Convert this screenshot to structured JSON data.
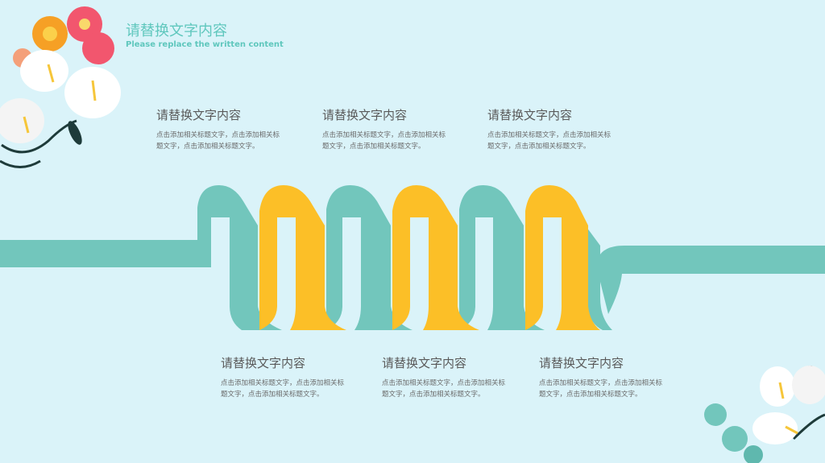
{
  "header": {
    "title": "请替换文字内容",
    "subtitle": "Please replace the written content"
  },
  "blocks_top": [
    {
      "heading": "请替换文字内容",
      "body": "点击添加相关标题文字，点击添加相关标题文字，点击添加相关标题文字。"
    },
    {
      "heading": "请替换文字内容",
      "body": "点击添加相关标题文字，点击添加相关标题文字，点击添加相关标题文字。"
    },
    {
      "heading": "请替换文字内容",
      "body": "点击添加相关标题文字，点击添加相关标题文字，点击添加相关标题文字。"
    }
  ],
  "blocks_bottom": [
    {
      "heading": "请替换文字内容",
      "body": "点击添加相关标题文字，点击添加相关标题文字，点击添加相关标题文字。"
    },
    {
      "heading": "请替换文字内容",
      "body": "点击添加相关标题文字，点击添加相关标题文字，点击添加相关标题文字。"
    },
    {
      "heading": "请替换文字内容",
      "body": "点击添加相关标题文字，点击添加相关标题文字，点击添加相关标题文字。"
    }
  ],
  "colors": {
    "background": "#daf3f9",
    "teal": "#72c6bc",
    "yellow": "#fcbf27",
    "pink": "#f2566e",
    "orange": "#f6a025"
  }
}
